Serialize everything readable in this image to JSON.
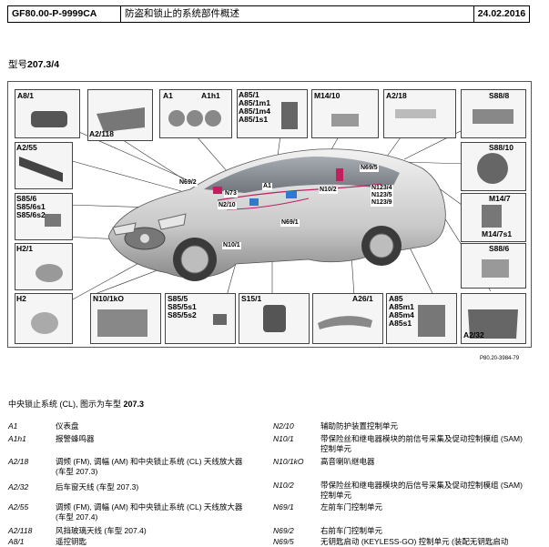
{
  "header": {
    "doc_id": "GF80.00-P-9999CA",
    "title": "防盗和锁止的系统部件概述",
    "date": "24.02.2016"
  },
  "model": {
    "prefix": "型号",
    "value": "207.3/4"
  },
  "diagram": {
    "labels": {
      "a8_1": "A8/1",
      "a2_118": "A2/118",
      "a1": "A1",
      "a1h1": "A1h1",
      "a85_group": "A85/1\nA85/1m1\nA85/1m4\nA85/1s1",
      "m14_10": "M14/10",
      "a2_18": "A2/18",
      "s88_8": "S88/8",
      "a2_55": "A2/55",
      "s88_10": "S88/10",
      "s85_6_group": "S85/6\nS85/6s1\nS85/6s2",
      "m14_7": "M14/7",
      "m14_7s1": "M14/7s1",
      "h2_1": "H2/1",
      "s88_6": "S88/6",
      "h2": "H2",
      "n10_1ko": "N10/1kO",
      "s85_5_group": "S85/5\nS85/5s1\nS85/5s2",
      "s15_1": "S15/1",
      "a26_1": "A26/1",
      "a85_bottom": "A85\nA85m1\nA85m4\nA85s1",
      "a2_32": "A2/32"
    },
    "callouts": {
      "n69_2": "N69/2",
      "n73": "N73",
      "a1c": "A1",
      "n2_10": "N2/10",
      "n10_1": "N10/1",
      "n69_1": "N69/1",
      "n69_5": "N69/5",
      "n10_2": "N10/2",
      "n123": "N123/4\nN123/5\nN123/9"
    },
    "figure_ref": "P80.20-3984-79"
  },
  "intro": {
    "text": "中央锁止系统 (CL), 图示为车型 ",
    "model": "207.3"
  },
  "legend": {
    "left": [
      {
        "code": "A1",
        "desc": "仪表盘"
      },
      {
        "code": "A1h1",
        "desc": "报警蜂鸣器"
      },
      {
        "code": "A2/18",
        "desc": "调频 (FM), 调幅 (AM) 和中央锁止系统 (CL) 天线放大器",
        "desc2": "(车型 207.3)"
      },
      {
        "code": "A2/32",
        "desc": "后车窗天线 (车型 207.3)"
      },
      {
        "code": "A2/55",
        "desc": "调频 (FM), 调幅 (AM) 和中央锁止系统 (CL) 天线放大器",
        "desc2": "(车型 207.4)"
      },
      {
        "code": "A2/118",
        "desc": "风挡玻璃天线 (车型 207.4)"
      },
      {
        "code": "A8/1",
        "desc": "遥控钥匙"
      }
    ],
    "right": [
      {
        "code": "N2/10",
        "desc": "辅助防护装置控制单元"
      },
      {
        "code": "N10/1",
        "desc": "带保险丝和继电器模块的前信号采集及促动控制模组 (SAM)",
        "desc2": "控制单元"
      },
      {
        "code": "N10/1kO",
        "desc": "高音喇叭继电器"
      },
      {
        "code": "N10/2",
        "desc": "带保险丝和继电器模块的后信号采集及促动控制模组 (SAM)",
        "desc2": "控制单元"
      },
      {
        "code": "N69/1",
        "desc": "左前车门控制单元"
      },
      {
        "code": "N69/2",
        "desc": "右前车门控制单元"
      },
      {
        "code": "N69/5",
        "desc": "无钥匙启动 (KEYLESS-GO) 控制单元 (装配无钥匙启动"
      }
    ]
  }
}
